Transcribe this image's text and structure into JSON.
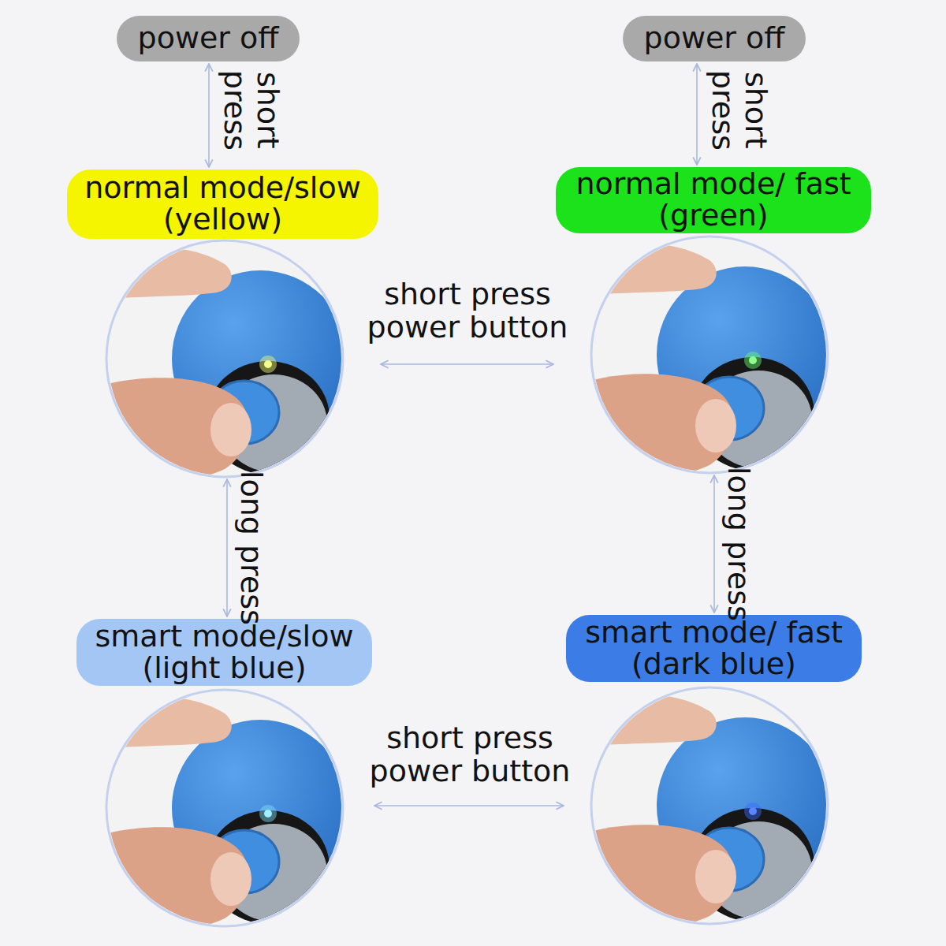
{
  "diagram": {
    "nodes": [
      {
        "text": [
          "power off"
        ]
      },
      {
        "text": [
          "power off"
        ]
      },
      {
        "text": [
          "normal mode/slow (yellow)"
        ]
      },
      {
        "text": [
          "normal mode/ fast (green)"
        ]
      },
      {
        "text": [
          "smart mode/slow (light blue)"
        ]
      },
      {
        "text": [
          "smart mode/ fast (dark blue)"
        ]
      }
    ],
    "edges": [
      {
        "from": 0,
        "to": 2,
        "label": "short press",
        "arrow": "both"
      },
      {
        "from": 1,
        "to": 3,
        "label": "short press",
        "arrow": "both"
      },
      {
        "from": 2,
        "to": 3,
        "label": "short press power button",
        "arrow": "both"
      },
      {
        "from": 2,
        "to": 4,
        "label": "long press",
        "arrow": "both"
      },
      {
        "from": 3,
        "to": 5,
        "label": "long press",
        "arrow": "both"
      },
      {
        "from": 4,
        "to": 5,
        "label": "short press power button",
        "arrow": "both"
      }
    ]
  }
}
